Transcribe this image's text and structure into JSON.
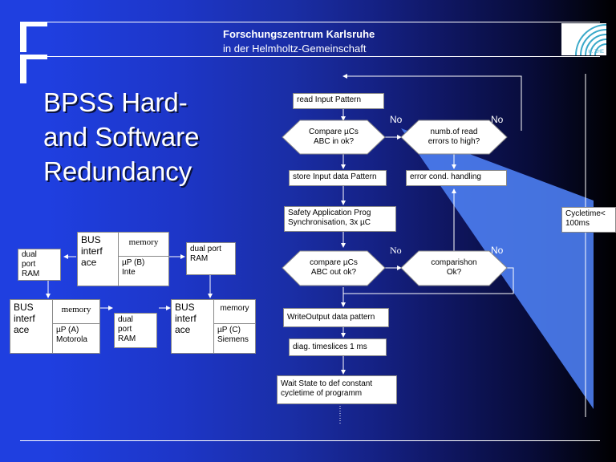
{
  "header": {
    "line1": "Forschungszentrum Karlsruhe",
    "line2": "in der Helmholtz-Gemeinschaft",
    "logo_text": "H. ZHE"
  },
  "title": {
    "line1": "BPSS Hard-",
    "line2": "and Software",
    "line3": "Redundancy"
  },
  "flow": {
    "read_input": "read Input Pattern",
    "compare_in": [
      "Compare   µCs",
      "ABC in ok?"
    ],
    "numb_read": [
      "numb.of read",
      "errors to high?"
    ],
    "store_input": "store Input data Pattern",
    "error_handling": "error  cond. handling",
    "safety_app": [
      "Safety Application Prog",
      "Synchronisation, 3x µC"
    ],
    "compare_out": [
      "compare     µCs",
      "ABC out ok?"
    ],
    "comparishon": [
      "comparishon",
      "Ok?"
    ],
    "write_output": "WriteOutput data pattern",
    "diag": "diag. timeslices 1 ms",
    "wait_state": [
      "Wait  State  to  def  constant",
      "cycletime of programm"
    ],
    "no_labels": [
      "No",
      "No",
      "No",
      "No"
    ]
  },
  "cycletime": [
    "Cycletime<",
    "100ms"
  ],
  "hardware": {
    "dual_port_left": [
      "dual",
      "port",
      "RAM"
    ],
    "dual_port_right": [
      "dual    port",
      "RAM"
    ],
    "dual_port_middle": [
      "dual",
      "port",
      "RAM"
    ],
    "node_b": {
      "bus": [
        "BUS",
        "interf",
        "ace"
      ],
      "memory": "memory",
      "cpu": [
        "µP  (B)",
        "Inte"
      ]
    },
    "node_a": {
      "bus": [
        "BUS",
        "interf",
        "ace"
      ],
      "memory": "memory",
      "cpu": [
        "µP (A)",
        "Motorola"
      ]
    },
    "node_c": {
      "bus": [
        "BUS",
        "interf",
        "ace"
      ],
      "memory": "memory",
      "cpu": [
        "µP (C)",
        "Siemens"
      ]
    }
  }
}
